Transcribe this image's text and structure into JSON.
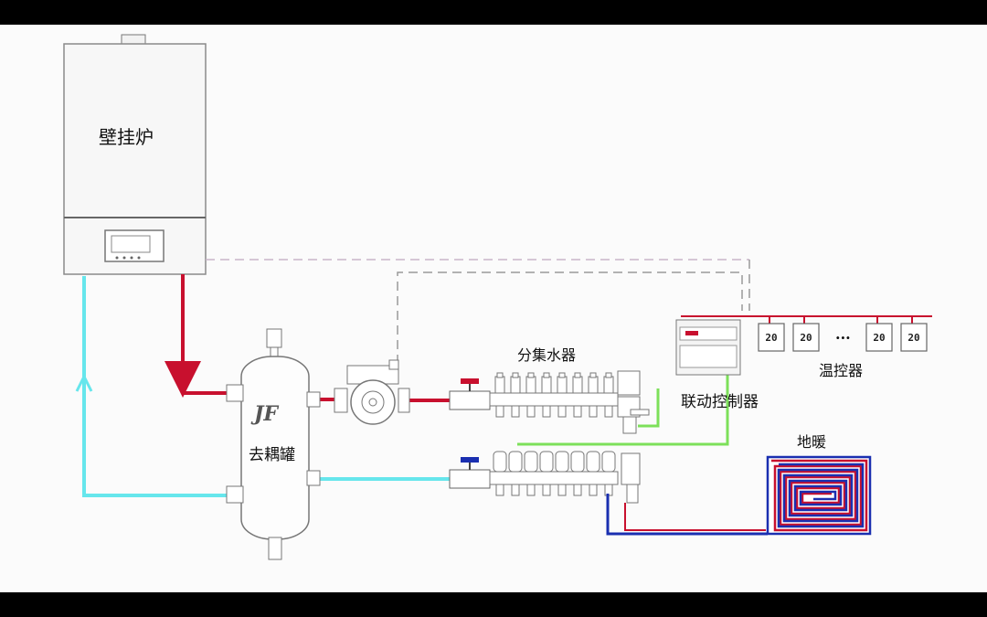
{
  "labels": {
    "boiler": "壁挂炉",
    "decoupler": "去耦罐",
    "manifold": "分集水器",
    "controller": "联动控制器",
    "thermostat": "温控器",
    "floor_heating": "地暖",
    "logo": "JF",
    "ellipsis": "..."
  },
  "thermostats": {
    "display": [
      "20",
      "20",
      "20",
      "20"
    ]
  },
  "colors": {
    "supply_pipe": "#c8102e",
    "return_pipe": "#66e6ec",
    "floor_return": "#1a2fb0",
    "control_wire": "#7de05a",
    "signal_wire": "#9a9a9a",
    "power_bus": "#c8102e"
  }
}
